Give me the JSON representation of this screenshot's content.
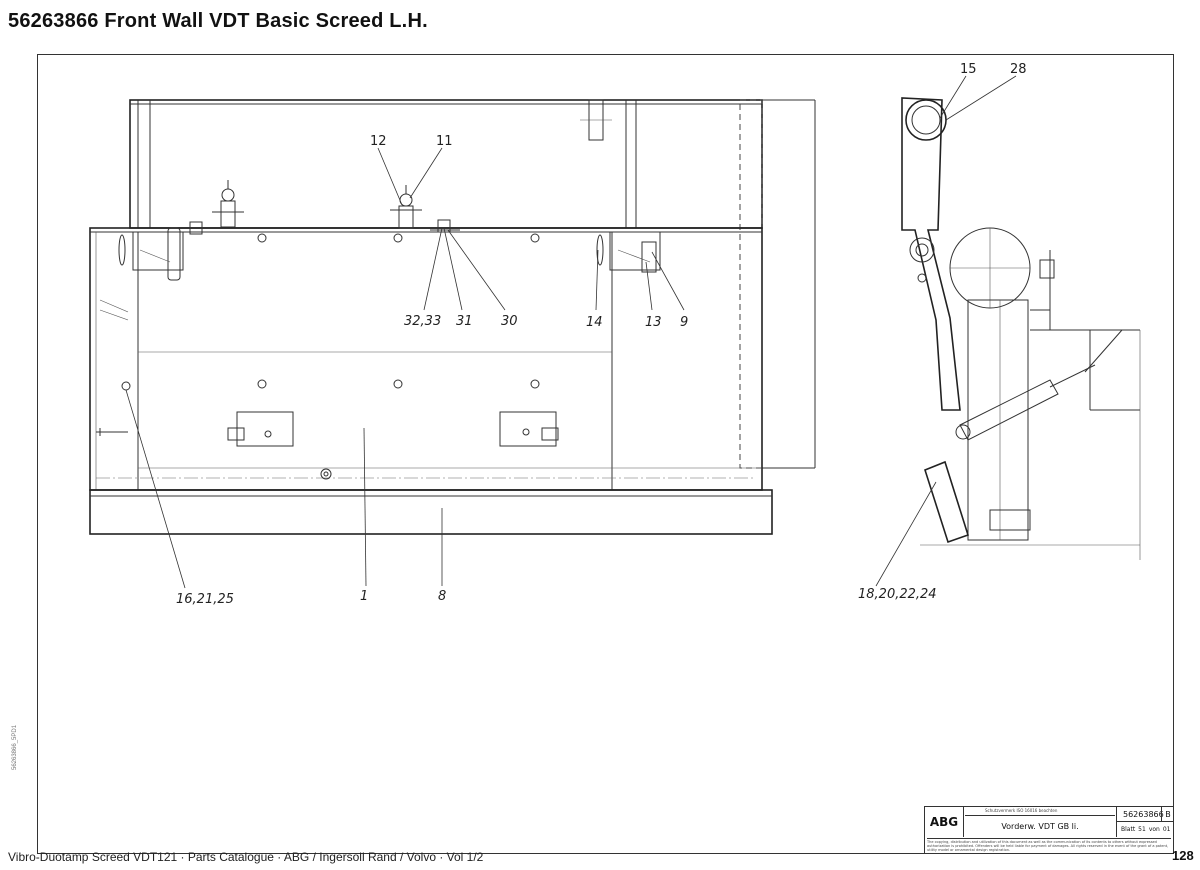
{
  "header": {
    "title": "56263866  Front Wall VDT Basic Screed L.H."
  },
  "callouts": {
    "c15": "15",
    "c28": "28",
    "c12": "12",
    "c11": "11",
    "c3233": "32,33",
    "c31": "31",
    "c30": "30",
    "c14": "14",
    "c13": "13",
    "c9": "9",
    "c162125": "16,21,25",
    "c1": "1",
    "c8": "8",
    "c18202224": "18,20,22,24"
  },
  "title_block": {
    "logo": "ABG",
    "small_header": "Schutzvermerk ISO 16016 beachten",
    "drawing_name": "Vorderw. VDT GB li.",
    "drawing_number": "56263866",
    "revision": "B",
    "sheet_label": "Blatt",
    "sheet_number": "51",
    "of_label": "von",
    "sheet_total": "01",
    "legal_text": "The copying, distribution and utilization of this document as well as the communication of its contents to others without expressed authorization is prohibited. Offenders will be held liable for payment of damages. All rights reserved in the event of the grant of a patent, utility model or ornamental design registration."
  },
  "side_code": "56263866_5PD1",
  "footer": {
    "text": "Vibro-Duotamp Screed VDT121  ·  Parts Catalogue  ·  ABG / Ingersoll Rand / Volvo  ·  Vol 1/2",
    "page_number": "128"
  }
}
